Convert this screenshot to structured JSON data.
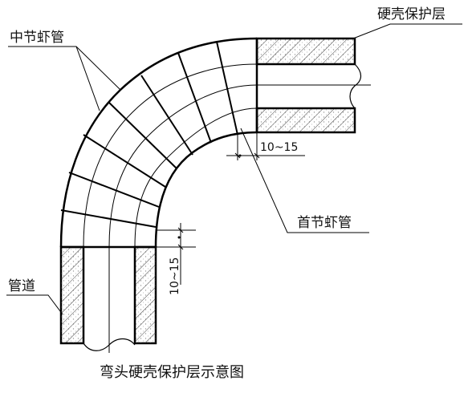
{
  "caption": "弯头硬壳保护层示意图",
  "labels": {
    "hard_shell": "硬壳保护层",
    "middle_segment": "中节虾管",
    "first_segment": "首节虾管",
    "pipe": "管道"
  },
  "dimensions": {
    "horizontal": "10~15",
    "vertical": "10~15"
  }
}
